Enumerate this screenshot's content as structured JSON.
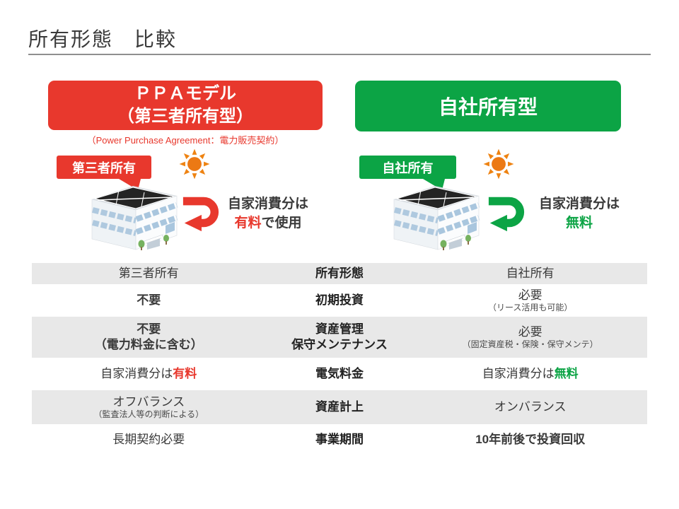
{
  "title": "所有形態　比較",
  "colors": {
    "red": "#E8382D",
    "green": "#0CA445",
    "sun_orange": "#ED7816",
    "row_gray": "#E8E8E8"
  },
  "ppa": {
    "banner_line1": "ＰＰＡモデル",
    "banner_line2": "（第三者所有型）",
    "caption": "（Power Purchase Agreement：電力販売契約）",
    "bubble_label": "第三者所有",
    "flow_line1": "自家消費分は",
    "flow_em": "有料",
    "flow_suffix": "で使用"
  },
  "own": {
    "banner": "自社所有型",
    "bubble_label": "自社所有",
    "flow_line1": "自家消費分は",
    "flow_em": "無料"
  },
  "icons": {
    "sun": "sun-icon",
    "building": "office-building-with-solar-panels",
    "arrow": "cycle-arrow-icon"
  },
  "table": {
    "rows": [
      {
        "left": "第三者所有",
        "center": "所有形態",
        "right": "自社所有"
      },
      {
        "left_em": "不要",
        "center": "初期投資",
        "right": "必要",
        "right_sub": "（リース活用も可能）"
      },
      {
        "left_em": "不要",
        "left_em2": "（電力料金に含む）",
        "center": "資産管理",
        "center2": "保守メンテナンス",
        "right": "必要",
        "right_sub": "（固定資産税・保険・保守メンテ）"
      },
      {
        "left_pre": "自家消費分は",
        "left_em": "有料",
        "center": "電気料金",
        "right_pre": "自家消費分は",
        "right_em": "無料"
      },
      {
        "left": "オフバランス",
        "left_sub": "（監査法人等の判断による）",
        "center": "資産計上",
        "right": "オンバランス"
      },
      {
        "left": "長期契約必要",
        "center": "事業期間",
        "right_em": "10年前後で投資回収"
      }
    ]
  }
}
